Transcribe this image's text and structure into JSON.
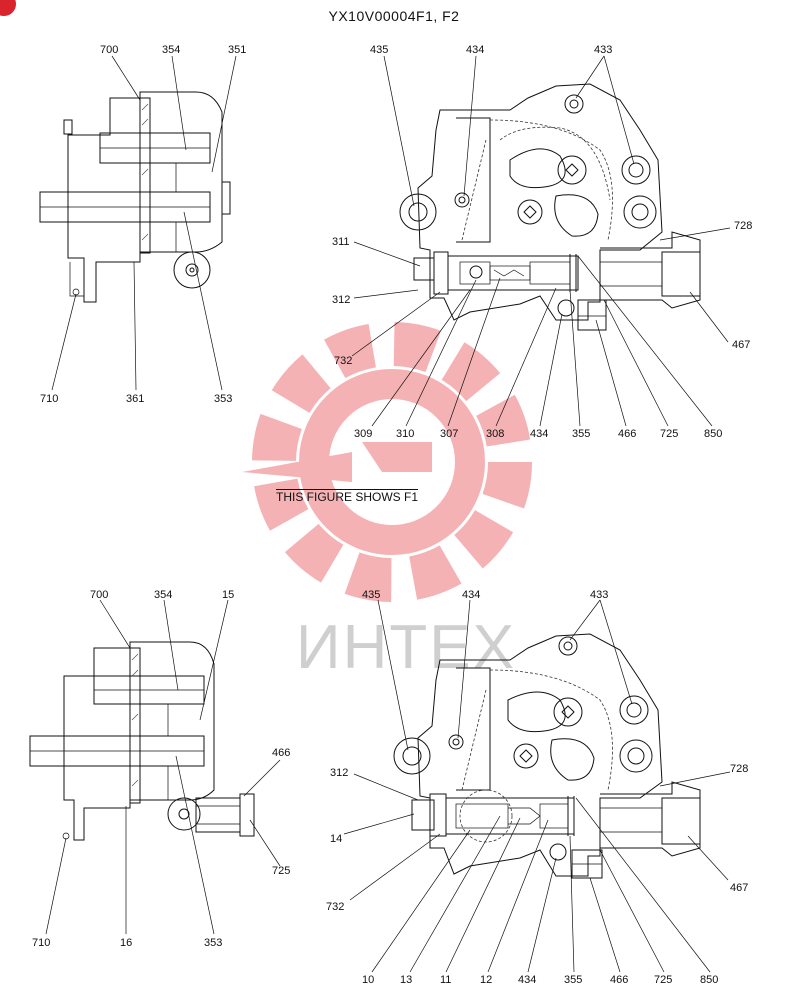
{
  "header": {
    "title": "YX10V00004F1, F2"
  },
  "caption": "THIS FIGURE SHOWS  F1",
  "watermark": {
    "text": "ИНТЕХ",
    "color": "#e8323a"
  },
  "labels": {
    "top_left": [
      "700",
      "354",
      "351",
      "710",
      "361",
      "353"
    ],
    "top_right": [
      "435",
      "434",
      "433",
      "728",
      "311",
      "312",
      "467",
      "732",
      "309",
      "310",
      "307",
      "308",
      "434",
      "355",
      "466",
      "725",
      "850"
    ],
    "bottom_left": [
      "700",
      "354",
      "15",
      "466",
      "725",
      "710",
      "16",
      "353"
    ],
    "bottom_right": [
      "435",
      "434",
      "433",
      "312",
      "728",
      "14",
      "467",
      "732",
      "10",
      "13",
      "11",
      "12",
      "434",
      "355",
      "466",
      "725",
      "850"
    ]
  }
}
